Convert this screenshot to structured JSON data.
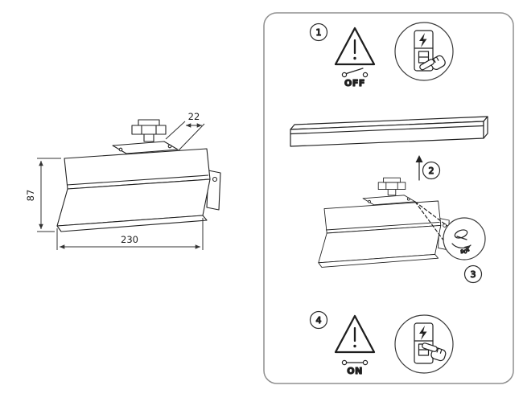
{
  "drawing": {
    "width_label": "230",
    "height_label": "87",
    "depth_label": "22"
  },
  "panel": {
    "steps": [
      {
        "number": "1",
        "label": "OFF"
      },
      {
        "number": "2",
        "label": ""
      },
      {
        "number": "3",
        "label": "90°"
      },
      {
        "number": "4",
        "label": "ON"
      }
    ]
  },
  "colors": {
    "line": "#222222",
    "panel_border": "#8f8f8f"
  }
}
